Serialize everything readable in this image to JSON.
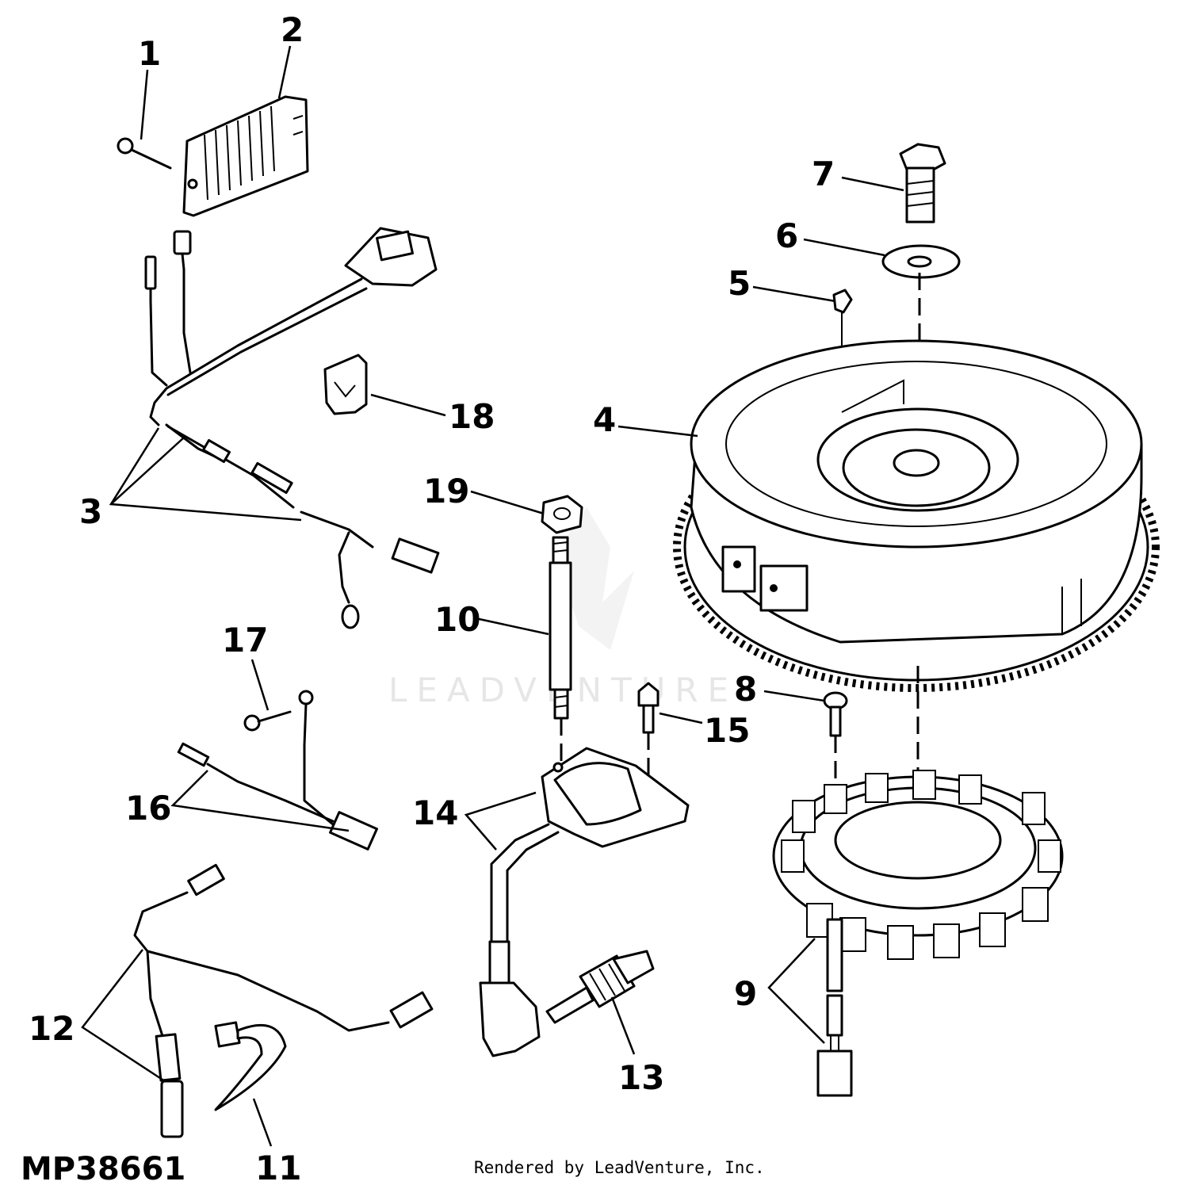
{
  "diagram": {
    "drawing_id": "MP38661",
    "credit": "Rendered by LeadVenture, Inc.",
    "watermark": "LEADVENTURE",
    "callouts": [
      {
        "id": "c1",
        "text": "1"
      },
      {
        "id": "c2",
        "text": "2"
      },
      {
        "id": "c3",
        "text": "3"
      },
      {
        "id": "c4",
        "text": "4"
      },
      {
        "id": "c5",
        "text": "5"
      },
      {
        "id": "c6",
        "text": "6"
      },
      {
        "id": "c7",
        "text": "7"
      },
      {
        "id": "c8",
        "text": "8"
      },
      {
        "id": "c9",
        "text": "9"
      },
      {
        "id": "c10",
        "text": "10"
      },
      {
        "id": "c11",
        "text": "11"
      },
      {
        "id": "c12",
        "text": "12"
      },
      {
        "id": "c13",
        "text": "13"
      },
      {
        "id": "c14",
        "text": "14"
      },
      {
        "id": "c15",
        "text": "15"
      },
      {
        "id": "c16",
        "text": "16"
      },
      {
        "id": "c17",
        "text": "17"
      },
      {
        "id": "c18",
        "text": "18"
      },
      {
        "id": "c19",
        "text": "19"
      }
    ]
  }
}
